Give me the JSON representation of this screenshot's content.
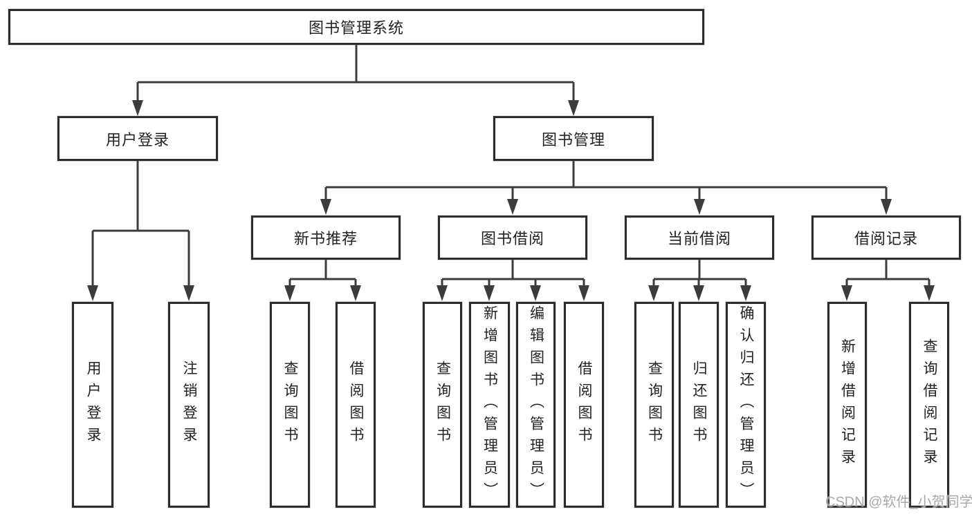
{
  "tree": {
    "root_label": "图书管理系统",
    "branches": [
      {
        "label": "用户登录",
        "children": [
          {
            "label": "用户登录"
          },
          {
            "label": "注销登录"
          }
        ]
      },
      {
        "label": "图书管理",
        "children": [
          {
            "label": "新书推荐",
            "children": [
              {
                "label": "查询图书"
              },
              {
                "label": "借阅图书"
              }
            ]
          },
          {
            "label": "图书借阅",
            "children": [
              {
                "label": "查询图书"
              },
              {
                "label": "新增图书（管理员）"
              },
              {
                "label": "编辑图书（管理员）"
              },
              {
                "label": "借阅图书"
              }
            ]
          },
          {
            "label": "当前借阅",
            "children": [
              {
                "label": "查询图书"
              },
              {
                "label": "归还图书"
              },
              {
                "label": "确认归还（管理员）"
              }
            ]
          },
          {
            "label": "借阅记录",
            "children": [
              {
                "label": "新增借阅记录"
              },
              {
                "label": "查询借阅记录"
              }
            ]
          }
        ]
      }
    ]
  },
  "watermark": {
    "text": "CSDN @软件_小贺同学"
  },
  "colors": {
    "line": "#3c3c3c",
    "box_border": "#2d2d2d",
    "text": "#222222",
    "watermark": "#a8a8a8",
    "background": "#ffffff"
  }
}
